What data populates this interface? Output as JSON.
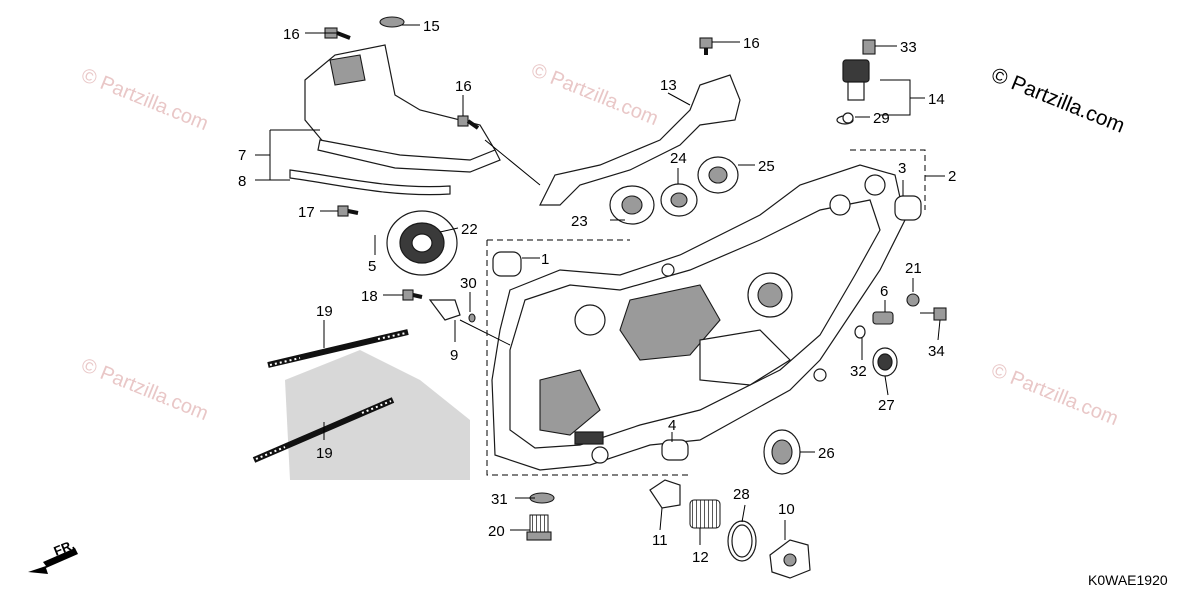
{
  "watermark": {
    "main": "© Partzilla.com",
    "repeat": "© Partzilla.com"
  },
  "diagram_code": "K0WAE1920",
  "direction_label": "FR.",
  "callouts": [
    "1",
    "2",
    "3",
    "4",
    "5",
    "6",
    "7",
    "8",
    "9",
    "10",
    "11",
    "12",
    "13",
    "14",
    "15",
    "16",
    "17",
    "18",
    "19",
    "20",
    "21",
    "22",
    "23",
    "24",
    "25",
    "26",
    "27",
    "28",
    "29",
    "30",
    "31",
    "32",
    "33",
    "34"
  ]
}
